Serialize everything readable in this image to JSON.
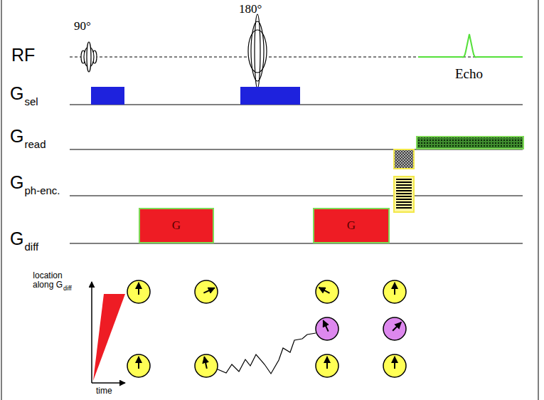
{
  "diagram": {
    "nodes": [
      {
        "text": [
          "G"
        ]
      },
      {
        "text": [
          "G"
        ]
      }
    ],
    "labels": [
      "90°",
      "180°",
      "RF",
      "Echo",
      "G",
      "sel",
      "G",
      "read",
      "G",
      "ph-enc.",
      "G",
      "diff",
      "location along G",
      "diff",
      "time"
    ]
  }
}
